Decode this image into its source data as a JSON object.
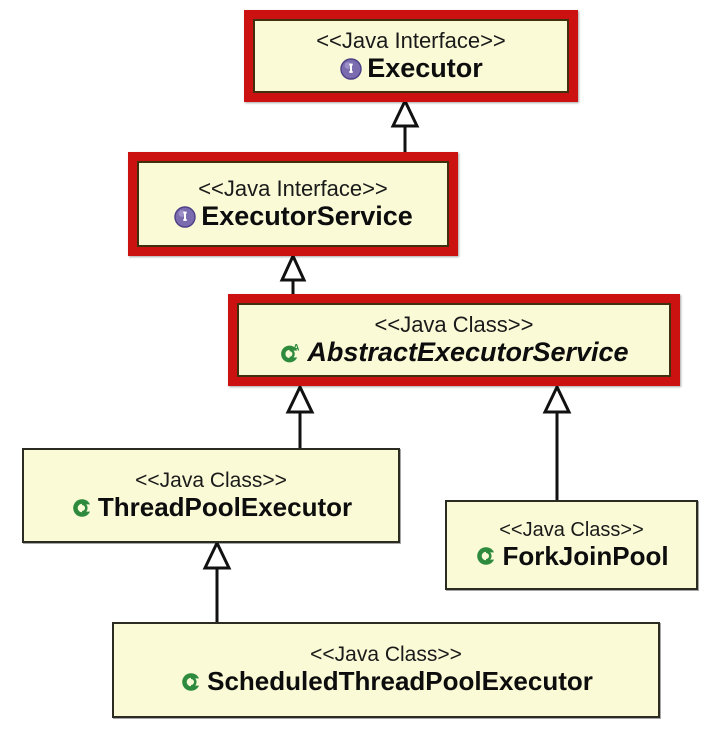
{
  "diagram": {
    "title": "Java Executor framework class hierarchy",
    "type": "uml-class-diagram",
    "background_color": "#ffffff",
    "node_fill_color": "#fafad7",
    "highlight_border_color": "#cc1111",
    "plain_border_color": "#2b2b22",
    "interface_icon_color": "#7b6cb0",
    "class_icon_color": "#2e8b3e",
    "text_color": "#0d0d0d"
  },
  "nodes": [
    {
      "id": "executor",
      "stereotype": "<<Java Interface>>",
      "name": "Executor",
      "icon": "interface-icon",
      "highlighted": true,
      "abstract": false
    },
    {
      "id": "executor-service",
      "stereotype": "<<Java Interface>>",
      "name": "ExecutorService",
      "icon": "interface-icon",
      "highlighted": true,
      "abstract": false
    },
    {
      "id": "abstract-executor-service",
      "stereotype": "<<Java Class>>",
      "name": "AbstractExecutorService",
      "icon": "abstract-class-icon",
      "highlighted": true,
      "abstract": true
    },
    {
      "id": "thread-pool-executor",
      "stereotype": "<<Java Class>>",
      "name": "ThreadPoolExecutor",
      "icon": "class-icon",
      "highlighted": false,
      "abstract": false
    },
    {
      "id": "fork-join-pool",
      "stereotype": "<<Java Class>>",
      "name": "ForkJoinPool",
      "icon": "class-icon",
      "highlighted": false,
      "abstract": false
    },
    {
      "id": "scheduled-thread-pool-executor",
      "stereotype": "<<Java Class>>",
      "name": "ScheduledThreadPoolExecutor",
      "icon": "class-icon",
      "highlighted": false,
      "abstract": false
    }
  ],
  "edges": [
    {
      "id": "e1",
      "from": "executor-service",
      "to": "executor",
      "kind": "generalization"
    },
    {
      "id": "e2",
      "from": "abstract-executor-service",
      "to": "executor-service",
      "kind": "generalization"
    },
    {
      "id": "e3",
      "from": "thread-pool-executor",
      "to": "abstract-executor-service",
      "kind": "generalization"
    },
    {
      "id": "e4",
      "from": "fork-join-pool",
      "to": "abstract-executor-service",
      "kind": "generalization"
    },
    {
      "id": "e5",
      "from": "scheduled-thread-pool-executor",
      "to": "thread-pool-executor",
      "kind": "generalization"
    }
  ]
}
